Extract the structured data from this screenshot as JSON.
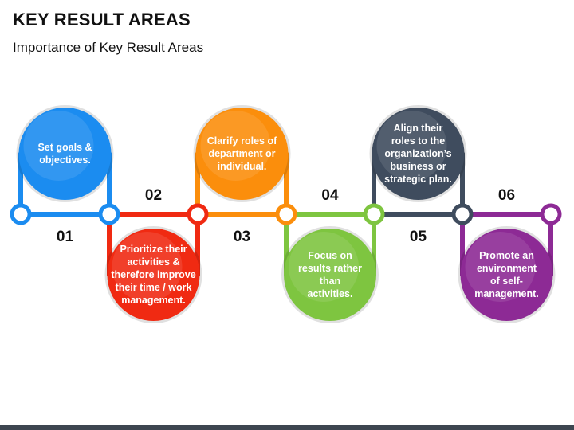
{
  "title": "KEY RESULT AREAS",
  "subtitle": "Importance of Key Result Areas",
  "steps": [
    {
      "number": "01",
      "text": [
        "Set goals &",
        "objectives."
      ],
      "color": "#1b8cf0",
      "position": "top"
    },
    {
      "number": "02",
      "text": [
        "Prioritize their",
        "activities &",
        "therefore improve",
        "their time / work",
        "management."
      ],
      "color": "#f02a12",
      "position": "bottom"
    },
    {
      "number": "03",
      "text": [
        "Clarify roles of",
        "department or",
        "individual."
      ],
      "color": "#fb8e0c",
      "position": "top"
    },
    {
      "number": "04",
      "text": [
        "Focus on",
        "results rather",
        "than",
        "activities."
      ],
      "color": "#7ec540",
      "position": "bottom"
    },
    {
      "number": "05",
      "text": [
        "Align their",
        "roles to the",
        "organization’s",
        "business or",
        "strategic plan."
      ],
      "color": "#3f4c5e",
      "position": "top"
    },
    {
      "number": "06",
      "text": [
        "Promote an",
        "environment",
        "of self-",
        "management."
      ],
      "color": "#8d2a95",
      "position": "bottom"
    }
  ]
}
